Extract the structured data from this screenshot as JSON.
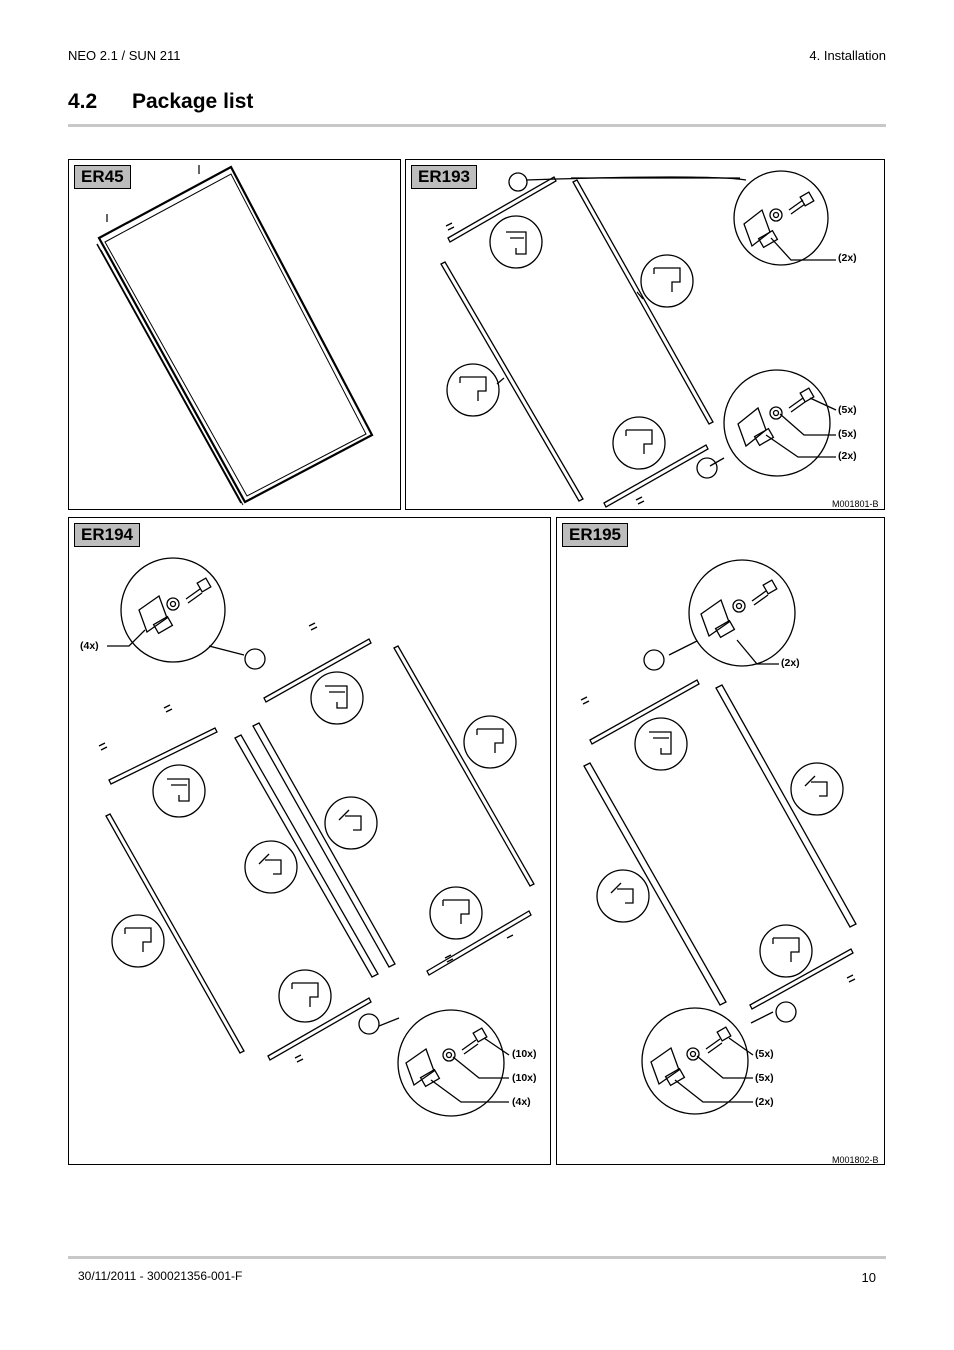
{
  "header": {
    "left": "NEO 2.1 / SUN 211",
    "right": "4.  Installation"
  },
  "section": {
    "number": "4.2",
    "title": "Package list"
  },
  "panels": {
    "er45": {
      "label": "ER45"
    },
    "er193": {
      "label": "ER193",
      "qty": [
        "(2x)",
        "(5x)",
        "(5x)",
        "(2x)"
      ],
      "ref": "M001801-B"
    },
    "er194": {
      "label": "ER194",
      "qty": [
        "(4x)",
        "(10x)",
        "(10x)",
        "(4x)"
      ]
    },
    "er195": {
      "label": "ER195",
      "qty": [
        "(2x)",
        "(5x)",
        "(5x)",
        "(2x)"
      ],
      "ref": "M001802-B"
    }
  },
  "footer": {
    "left": "30/11/2011  - 300021356-001-F",
    "page": "10"
  }
}
